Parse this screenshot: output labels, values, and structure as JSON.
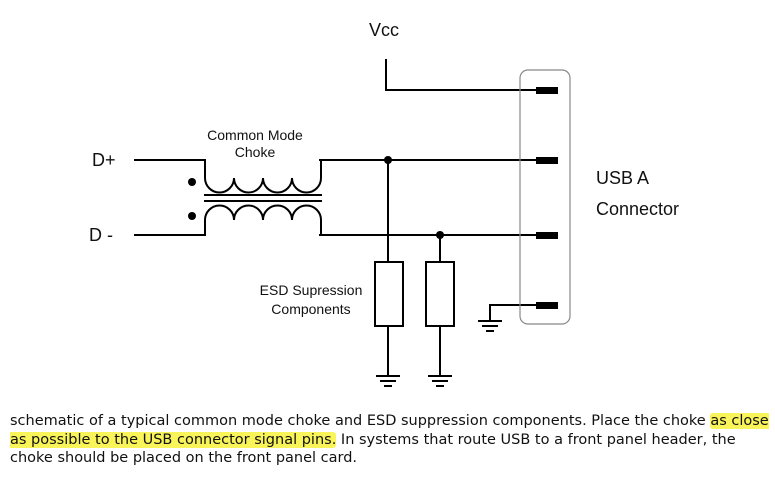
{
  "diagram": {
    "vcc_label": "Vcc",
    "d_plus_label": "D+",
    "d_minus_label": "D -",
    "choke_label_line1": "Common Mode",
    "choke_label_line2": "Choke",
    "esd_label_line1": "ESD Supression",
    "esd_label_line2": "Components",
    "usb_label_line1": "USB A",
    "usb_label_line2": "Connector"
  },
  "caption": {
    "part1": "schematic of a typical common mode choke and ESD suppression components. Place the choke",
    "highlight": "as close as possible to the USB connector signal pins.",
    "part2": "In systems that route USB to a front panel header, the choke should be placed on the front panel card.",
    "highlight_color": "#f8f45a"
  }
}
